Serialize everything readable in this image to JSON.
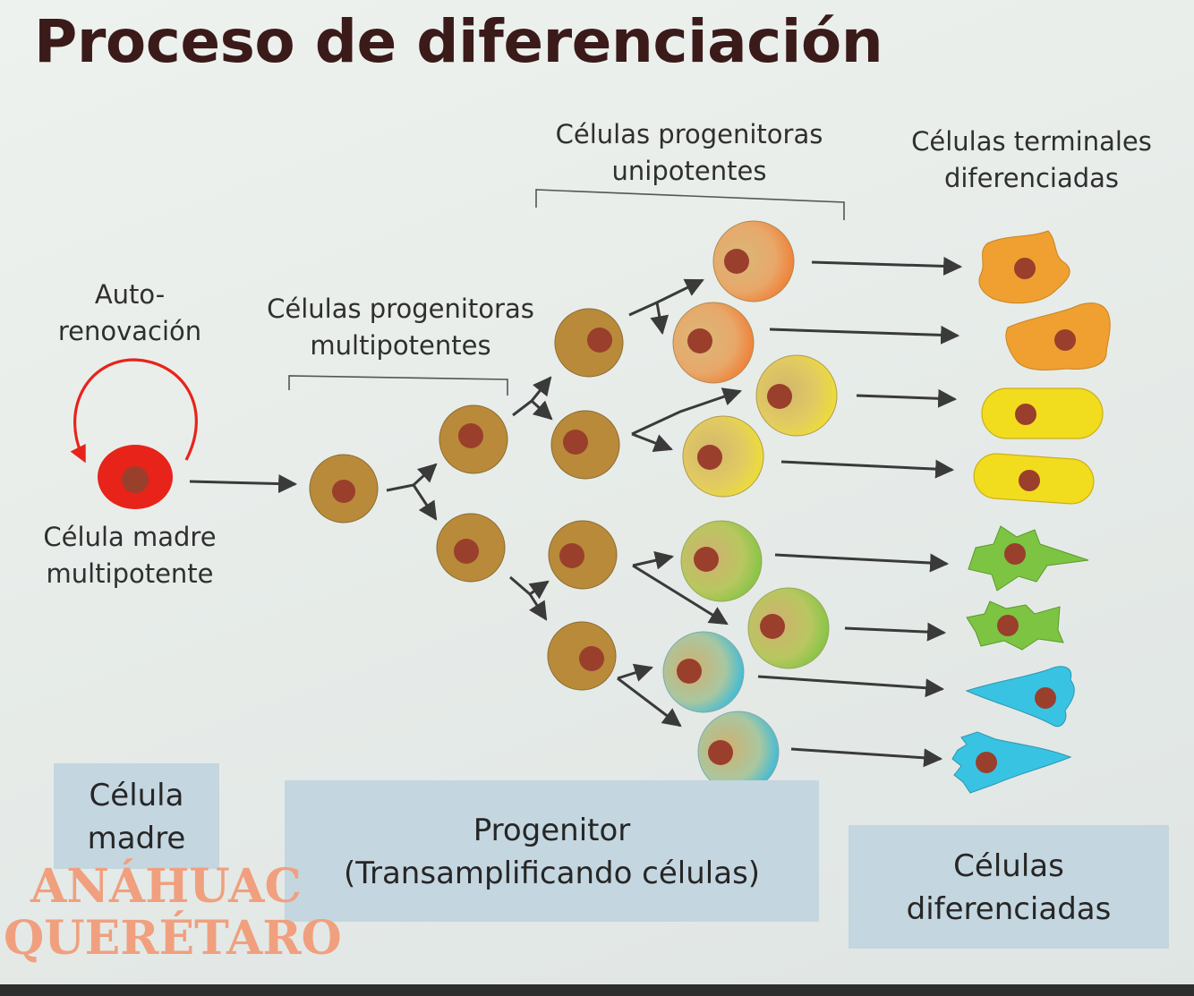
{
  "title": "Proceso de diferenciación",
  "labels": {
    "self_renewal": [
      "Auto-",
      "renovación"
    ],
    "stem_cell": [
      "Célula madre",
      "multipotente"
    ],
    "multipotent": [
      "Células progenitoras",
      "multipotentes"
    ],
    "unipotent": [
      "Células progenitoras",
      "unipotentes"
    ],
    "terminal": [
      "Células terminales",
      "diferenciadas"
    ]
  },
  "boxes": {
    "stem": [
      "Célula",
      "madre"
    ],
    "progenitor": [
      "Progenitor",
      "(Transamplificando células)"
    ],
    "differentiated": [
      "Células",
      "diferenciadas"
    ]
  },
  "logo": [
    "ANÁHUAC",
    "QUERÉTARO"
  ],
  "colors": {
    "stem_cell": "#e8231a",
    "progenitor_cell": "#b88a3a",
    "nucleus": "#9a3f2c",
    "arrow": "#3a3a3a",
    "orange_cells": "#f0a030",
    "yellow_cells": "#f2dc1e",
    "green_cells": "#7cc442",
    "cyan_cells": "#39c3e3",
    "box_fill": "#c4d6df",
    "logo": "#f0a07f"
  }
}
